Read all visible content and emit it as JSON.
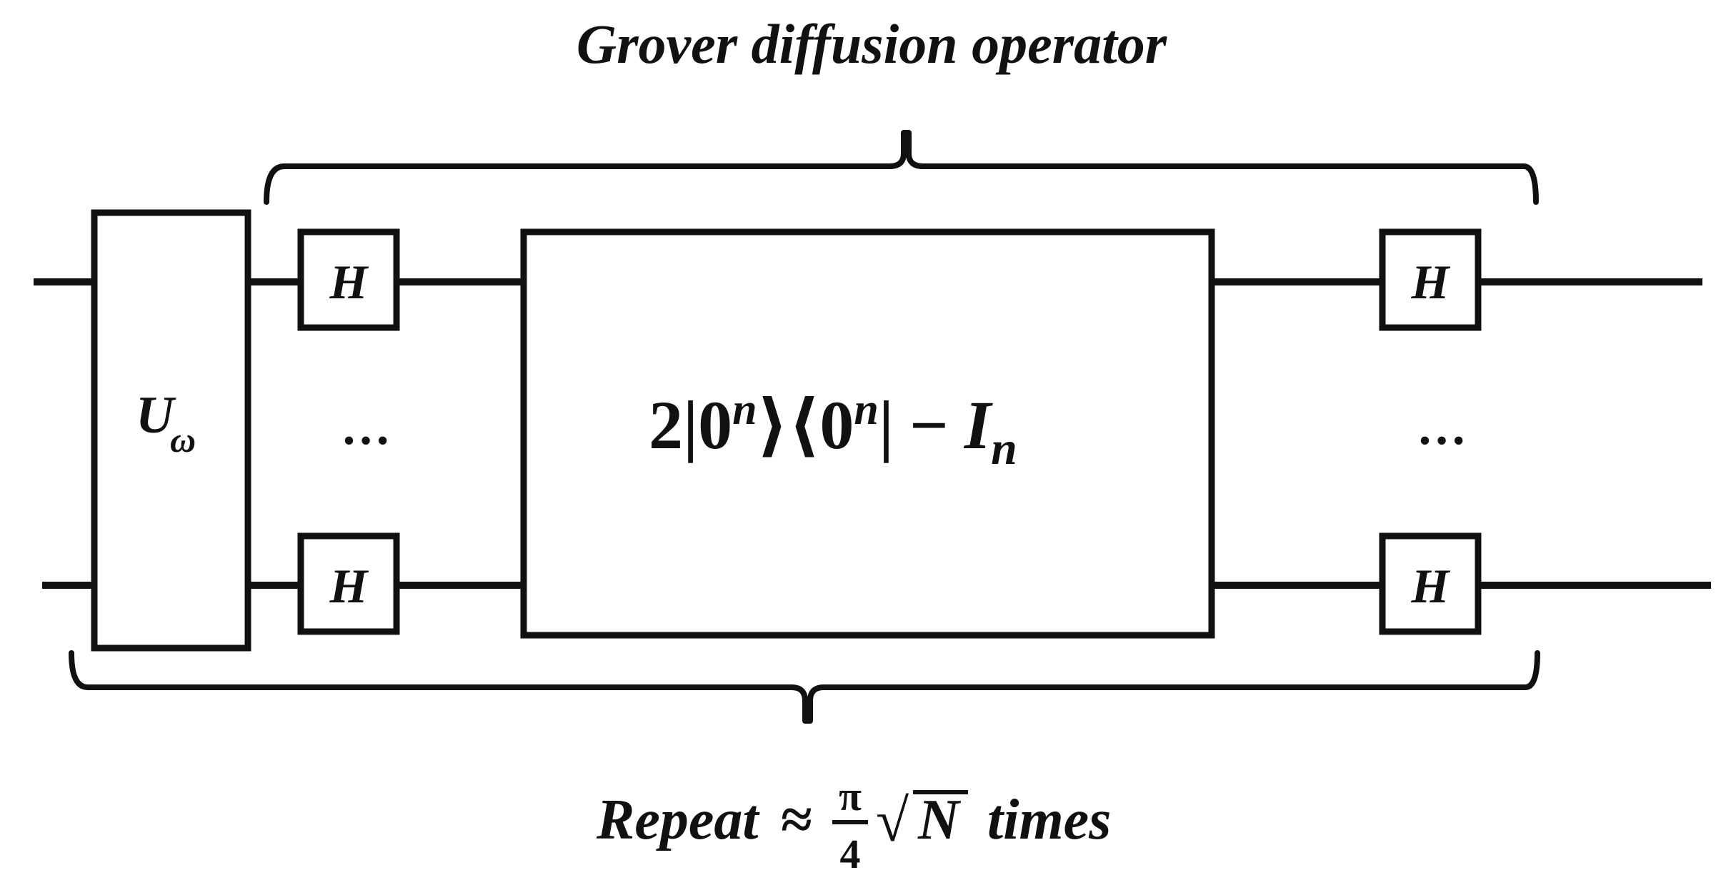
{
  "diagram": {
    "top_caption": "Grover diffusion operator",
    "oracle": {
      "symbol": "U",
      "subscript": "ω"
    },
    "hadamard": {
      "label": "H"
    },
    "ellipsis": "…",
    "reflection": {
      "coef": "2",
      "bar": "|",
      "zero": "0",
      "exponent": "n",
      "ket_close": "⟩",
      "bra_open": "⟨",
      "minus": "−",
      "identity": "I",
      "identity_subscript": "n"
    },
    "bottom_caption": {
      "repeat": "Repeat",
      "approx": "≈",
      "pi": "π",
      "four": "4",
      "sqrt": "√",
      "N": "N",
      "times": "times"
    },
    "stroke_color": "#111111",
    "background_color": "#ffffff"
  }
}
